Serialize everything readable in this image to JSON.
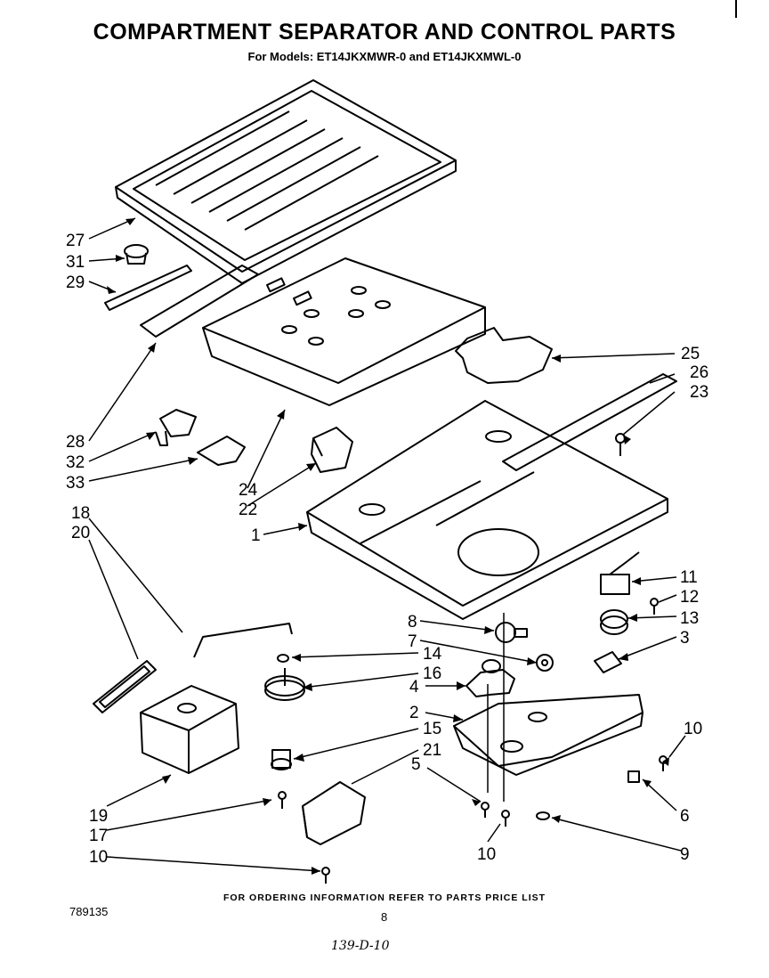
{
  "header": {
    "title": "COMPARTMENT SEPARATOR AND CONTROL PARTS",
    "subtitle": "For Models: ET14JKXMWR-0 and ET14JKXMWL-0"
  },
  "footer": {
    "ordering_note": "FOR ORDERING INFORMATION REFER TO PARTS PRICE LIST",
    "document_number": "789135",
    "page_number": "8",
    "handwritten_note": "139-D-10"
  },
  "callouts": [
    "27",
    "31",
    "29",
    "28",
    "32",
    "33",
    "24",
    "22",
    "18",
    "20",
    "1",
    "25",
    "26",
    "23",
    "11",
    "12",
    "13",
    "3",
    "8",
    "7",
    "14",
    "16",
    "4",
    "2",
    "15",
    "21",
    "5",
    "10",
    "6",
    "19",
    "17",
    "9"
  ]
}
